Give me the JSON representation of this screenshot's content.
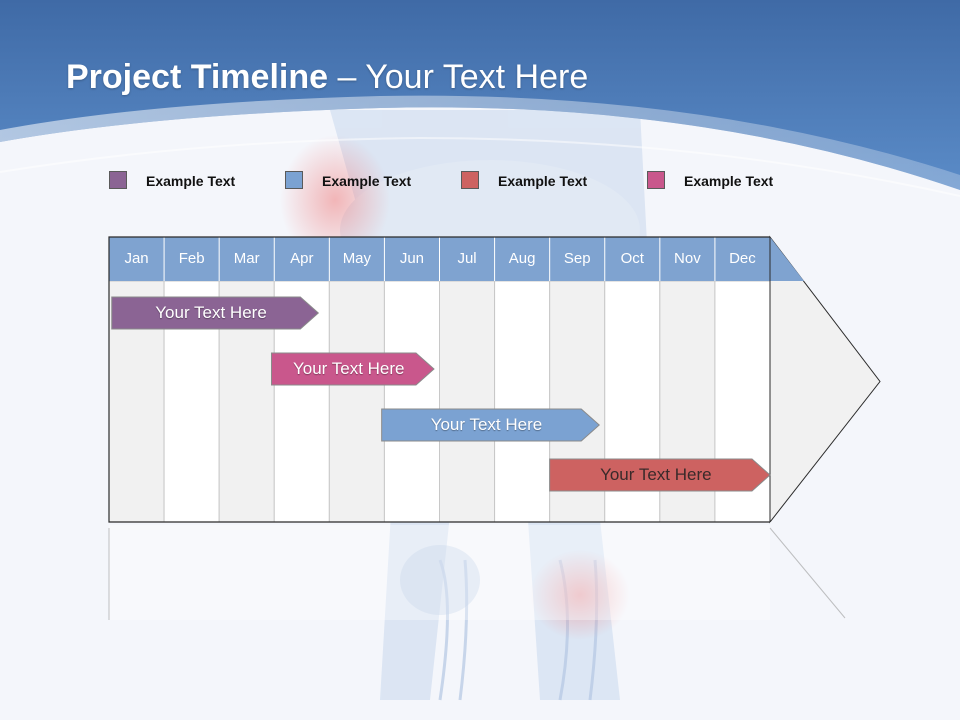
{
  "slide": {
    "title_bold": "Project Timeline",
    "title_rest": " – Your Text Here"
  },
  "colors": {
    "header_blue": "#4a78b4",
    "month_header": "#7fa3d0",
    "purple": "#8b6494",
    "pink": "#c9578c",
    "blue": "#7ba2d2",
    "red": "#cd6261",
    "shaded_column": "#f1f1f1"
  },
  "legend": [
    {
      "label": "Example Text",
      "color": "#8b6494"
    },
    {
      "label": "Example Text",
      "color": "#7ba2d2"
    },
    {
      "label": "Example Text",
      "color": "#cd6261"
    },
    {
      "label": "Example Text",
      "color": "#c9578c"
    }
  ],
  "timeline": {
    "months": [
      "Jan",
      "Feb",
      "Mar",
      "Apr",
      "May",
      "Jun",
      "Jul",
      "Aug",
      "Sep",
      "Oct",
      "Nov",
      "Dec"
    ],
    "tasks": [
      {
        "label": "Your  Text Here",
        "color": "#8b6494",
        "start_month": 0.05,
        "end_month": 3.8
      },
      {
        "label": "Your  Text Here",
        "color": "#c9578c",
        "start_month": 2.95,
        "end_month": 5.9
      },
      {
        "label": "Your  Text Here",
        "color": "#7ba2d2",
        "start_month": 4.95,
        "end_month": 8.9
      },
      {
        "label": "Your  Text Here",
        "color": "#cd6261",
        "start_month": 8.0,
        "end_month": 12.0
      }
    ]
  }
}
